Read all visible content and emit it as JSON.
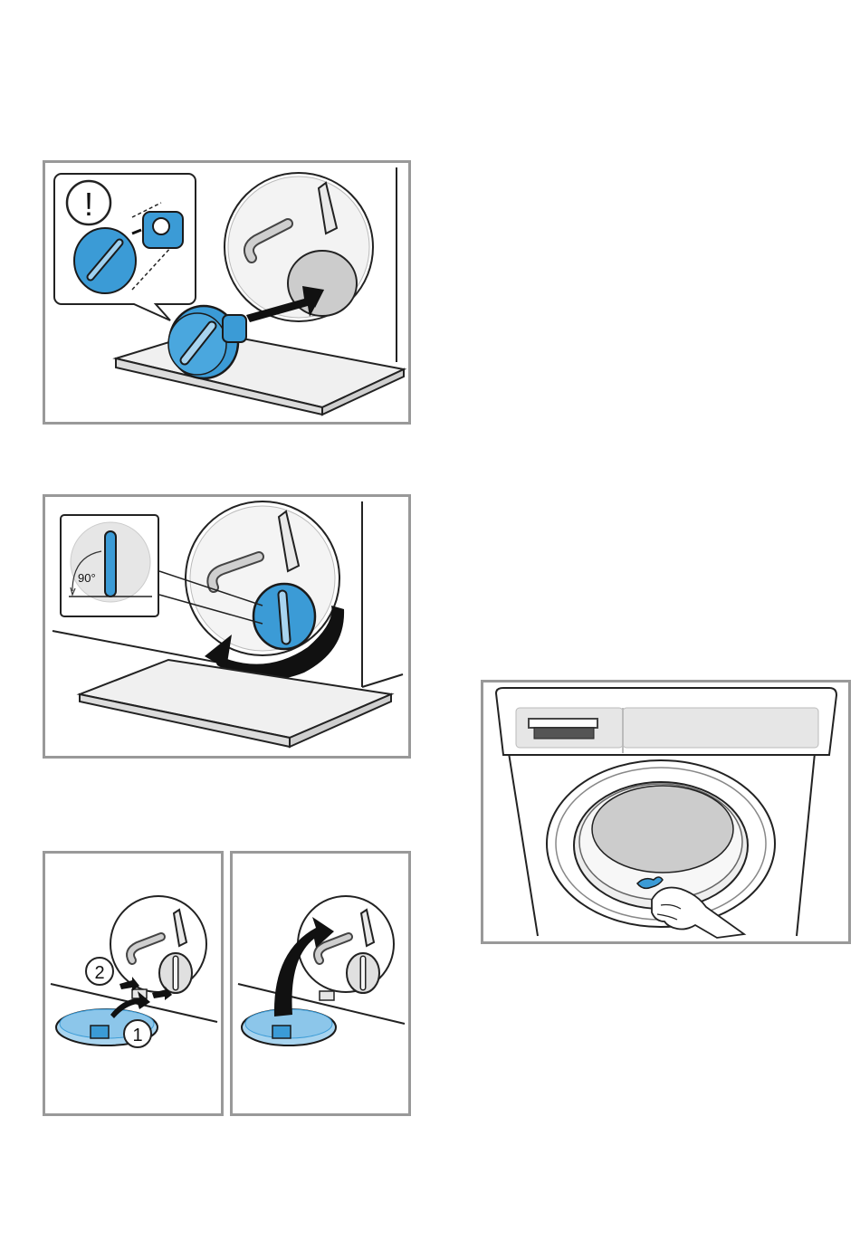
{
  "figures": {
    "filter_cap": {
      "warning_symbol": "!"
    },
    "rotate_cap": {
      "angle_label": "90°"
    },
    "open_flap": {
      "step_1": "1",
      "step_2": "2"
    },
    "lift_flap": {},
    "drum_check": {}
  },
  "colors": {
    "frame": "#999999",
    "blue_part": "#3b9bd6",
    "blue_light": "#a8d4ef",
    "dark_outline": "#1a1a1a",
    "grey_fill": "#cccccc"
  }
}
